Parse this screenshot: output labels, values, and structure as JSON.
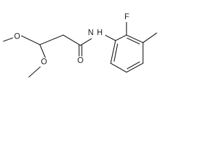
{
  "molecule": {
    "atoms": {
      "methoxy_o_top": {
        "label": "O"
      },
      "methoxy_o_bottom": {
        "label": "O"
      },
      "carbonyl_o": {
        "label": "O"
      },
      "amide_n": {
        "label": "N"
      },
      "amide_h": {
        "label": "H"
      },
      "fluorine": {
        "label": "F"
      }
    },
    "colors": {
      "ink": "#1a1a1a",
      "background": "#ffffff"
    }
  }
}
